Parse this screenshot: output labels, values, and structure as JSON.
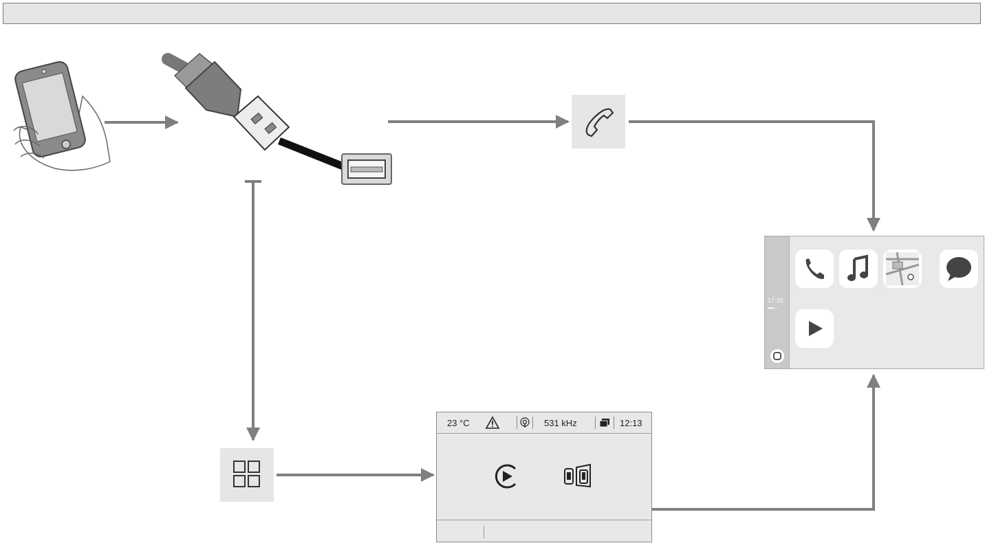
{
  "radio": {
    "temperature": "23 °C",
    "frequency": "531 kHz",
    "time": "12:13"
  },
  "carplay": {
    "time": "17:10",
    "signal": "●●●○○"
  },
  "icons": [
    "phone-hand-icon",
    "usb-plug-icon",
    "usb-port-icon",
    "telephone-icon",
    "grid-menu-icon",
    "warning-icon",
    "antenna-icon",
    "media-icon",
    "carplay-icon",
    "mirrorlink-icon",
    "home-button-icon",
    "phone-app-icon",
    "music-app-icon",
    "maps-app-icon",
    "messages-app-icon",
    "play-app-icon"
  ]
}
